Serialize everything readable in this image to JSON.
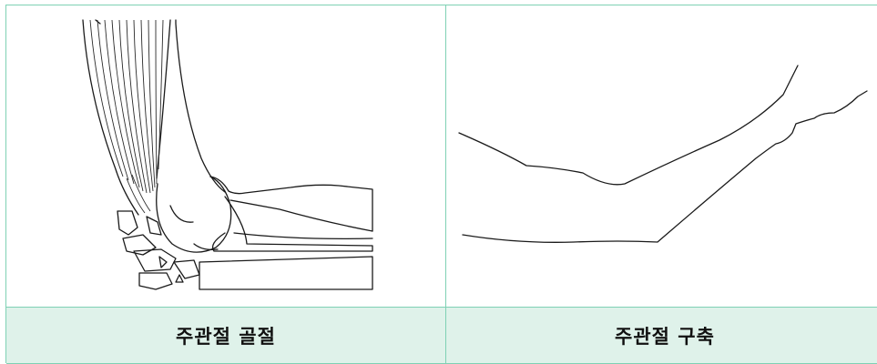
{
  "figures": [
    {
      "caption": "주관절 골절",
      "icon": "elbow-fracture-illustration"
    },
    {
      "caption": "주관절 구축",
      "icon": "elbow-contracture-illustration"
    }
  ],
  "colors": {
    "border": "#7fd1b4",
    "caption_bg": "#dff2ea",
    "line": "#1a1a1a"
  }
}
